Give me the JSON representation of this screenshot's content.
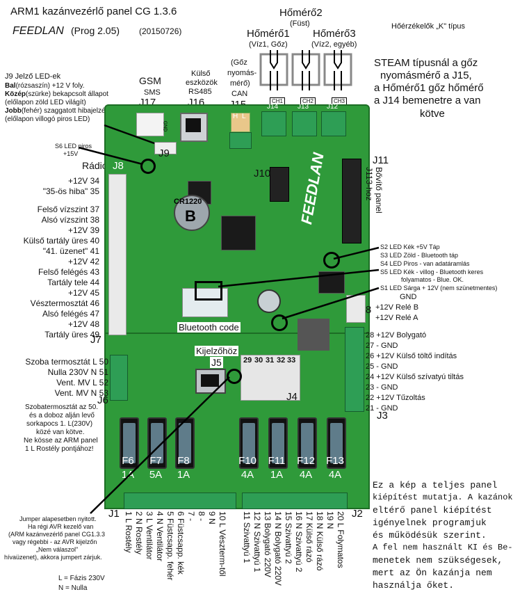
{
  "header": {
    "title1": "ARM1 kazánvezérlő panel CG 1.3.6",
    "title2a": "FEEDLAN",
    "title2b": "(Prog 2.05)",
    "title2c": "(20150726)"
  },
  "sensors": {
    "h2_title": "Hőmérő2",
    "h2_sub": "(Füst)",
    "h1_title": "Hőmérő1",
    "h1_sub": "(Víz1, Gőz)",
    "h3_title": "Hőmérő3",
    "h3_sub": "(Víz2, egyéb)",
    "type_note": "Hőérzékelők „K\" típus",
    "steam_1": "STEAM típusnál a gőz",
    "steam_2": "nyomásmérő a J15,",
    "steam_3": "a Hőmérő1 gőz hőmérő",
    "steam_4": "a J14 bemenetre a van",
    "steam_5": "kötve",
    "ch1": "CH1",
    "ch2": "CH2",
    "ch3": "CH3"
  },
  "steam_sensor": {
    "l1": "(Gőz",
    "l2": "nyomás-",
    "l3": "mérő)",
    "l4": "CAN",
    "l5": "J15",
    "h": "H",
    "l": "L"
  },
  "ext": {
    "l1": "Külső",
    "l2": "eszközök",
    "l3": "RS485",
    "l4": "J16"
  },
  "gsm": {
    "l1": "GSM",
    "l2": "SMS",
    "l3": "J17",
    "gnd": "GND"
  },
  "j9": {
    "title": "J9 Jelző LED-ek",
    "bal_b": "Bal",
    "bal_r": "(rózsaszín) +12 V foly.",
    "kozep_b": "Közép",
    "kozep_r": "(szürke) bekapcsolt állapot",
    "kozep_2": "(előlapon zöld LED világít)",
    "jobb_b": "Jobb",
    "jobb_r": "(fehér) szaggatott hibajelzés",
    "jobb_2": "(előlapon villogó piros LED)",
    "s6_1": "S6 LED piros",
    "s6_2": "+15V",
    "j9_lbl": "J9",
    "radio": "Rádió",
    "j8": "J8"
  },
  "left_pins": [
    "+12V 34",
    "\"35-ös hiba\" 35",
    "Felső vízszint 37",
    "Alsó vízszint 38",
    "+12V 39",
    "Külső tartály üres 40",
    "\"41. üzenet\" 41",
    "+12V 42",
    "Felső felégés 43",
    "Tartály tele 44",
    "+12V 45",
    "Vésztermosztát 46",
    "Alsó felégés 47",
    "+12V 48",
    "Tartály üres 49"
  ],
  "j7": "J7",
  "j6_pins": [
    "Szoba termosztát L 50",
    "Nulla 230V N 51",
    "Vent. MV  L 52",
    "Vent. MV N 53"
  ],
  "j6": "J6",
  "szoba_note": [
    "Szobatermosztát az 50.",
    "és a doboz alján levő",
    "sorkapocs 1. L(230V)",
    "közé van kötve.",
    "Ne kösse az ARM panel",
    "1 L Rostély pontjához!"
  ],
  "jumper_note": [
    "Jumper alapesetben nyitott.",
    "Ha régi AVR kezelő van",
    "(ARM kazánvezérlő panel CG1.3.3",
    "vagy régebbi - az AVR kijelzőn",
    "„Nem válaszol\"",
    "hívaüzenet), akkora jumpert zárjuk."
  ],
  "legend": {
    "l": "L = Fázis 230V",
    "n": "N =  Nulla"
  },
  "board": {
    "cr": "CR1220",
    "b": "B",
    "brand": "FEEDLAN",
    "bt": "Bluetooth code",
    "j5a": "Kijelzőhöz",
    "j5b": "J5",
    "j10": "J10",
    "j4": "J4",
    "pins29": "29",
    "pins30": "30",
    "pins31": "31",
    "pins32": "32",
    "pins33": "33",
    "j14": "J14",
    "j13": "J13",
    "j12": "J12"
  },
  "j11": {
    "l1": "J11",
    "l2": "Bővítő panel",
    "l3": "J113-hoz"
  },
  "leds": [
    "S2 LED Kék   +5V Táp",
    "S3 LED Zöld - Bluetooth táp",
    "S4 LED Piros - van adatáramlás",
    "S5 LED Kék - villog - Bluetooth keres",
    "folyamatos - Blue. OK.",
    "S1 LED Sárga + 12V (nem szünetmentes)"
  ],
  "j18": {
    "gnd": "GND",
    "b": "+12V Relé B",
    "a": "+12V Relé A",
    "lbl": "J18"
  },
  "j3_pins": [
    "28 +12V Bolygató",
    "27 - GND",
    "26 +12V Külső töltő indítás",
    "25 - GND",
    "24 +12V Külső szívatyú tiltás",
    "23 - GND",
    "22 +12V Tűzoltás",
    "21 - GND"
  ],
  "j3": "J3",
  "fuses": [
    {
      "id": "F6",
      "amp": "1A"
    },
    {
      "id": "F7",
      "amp": "5A"
    },
    {
      "id": "F8",
      "amp": "1A"
    },
    {
      "id": "F10",
      "amp": "4A"
    },
    {
      "id": "F11",
      "amp": "1A"
    },
    {
      "id": "F12",
      "amp": "4A"
    },
    {
      "id": "F13",
      "amp": "4A"
    }
  ],
  "j1": "J1",
  "j2": "J2",
  "bottom_pins": [
    "1 L Rostély",
    "2 N Rostély",
    "3 L Ventilátor",
    "4 N Ventilátor",
    "5 Füstcsapp. fehér",
    "6 Füstcsapp. kék",
    "7 -",
    "8 -",
    "9 N",
    "10 L Vészterm-től",
    "11 Szivattyú 1",
    "12 N Szivattyú 1",
    "13 Bolygató 220V",
    "14 N Bolygató 220V",
    "15 Szivattyú 2",
    "16 N Szivattyú 2",
    "17 Külső rázó",
    "18 N Külső rázó",
    "19 N",
    "20 L Folymatos"
  ],
  "full_note": [
    "Ez a kép a teljes panel",
    "kiépítést mutatja. A kazánok",
    "eltérő panel kiépítést",
    "igényelnek programjuk",
    "és működésük szerint.",
    "A fel nem használt KI és Be-",
    "menetek nem szükségesek,",
    "mert az Ön kazánja nem",
    "használja őket."
  ]
}
